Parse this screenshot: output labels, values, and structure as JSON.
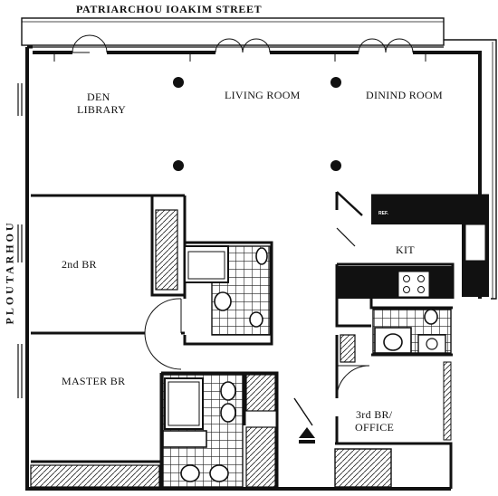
{
  "streets": {
    "top": "PATRIARCHOU IOAKIM STREET",
    "side": "PLOUTARHOU"
  },
  "rooms": {
    "den": "DEN",
    "library": "LIBRARY",
    "living": "LIVING ROOM",
    "dining": "DININD ROOM",
    "kitchen": "KIT",
    "second_br": "2nd BR",
    "master_br": "MASTER BR",
    "third_br": "3rd BR/",
    "office": "OFFICE"
  },
  "appliance": "REF."
}
